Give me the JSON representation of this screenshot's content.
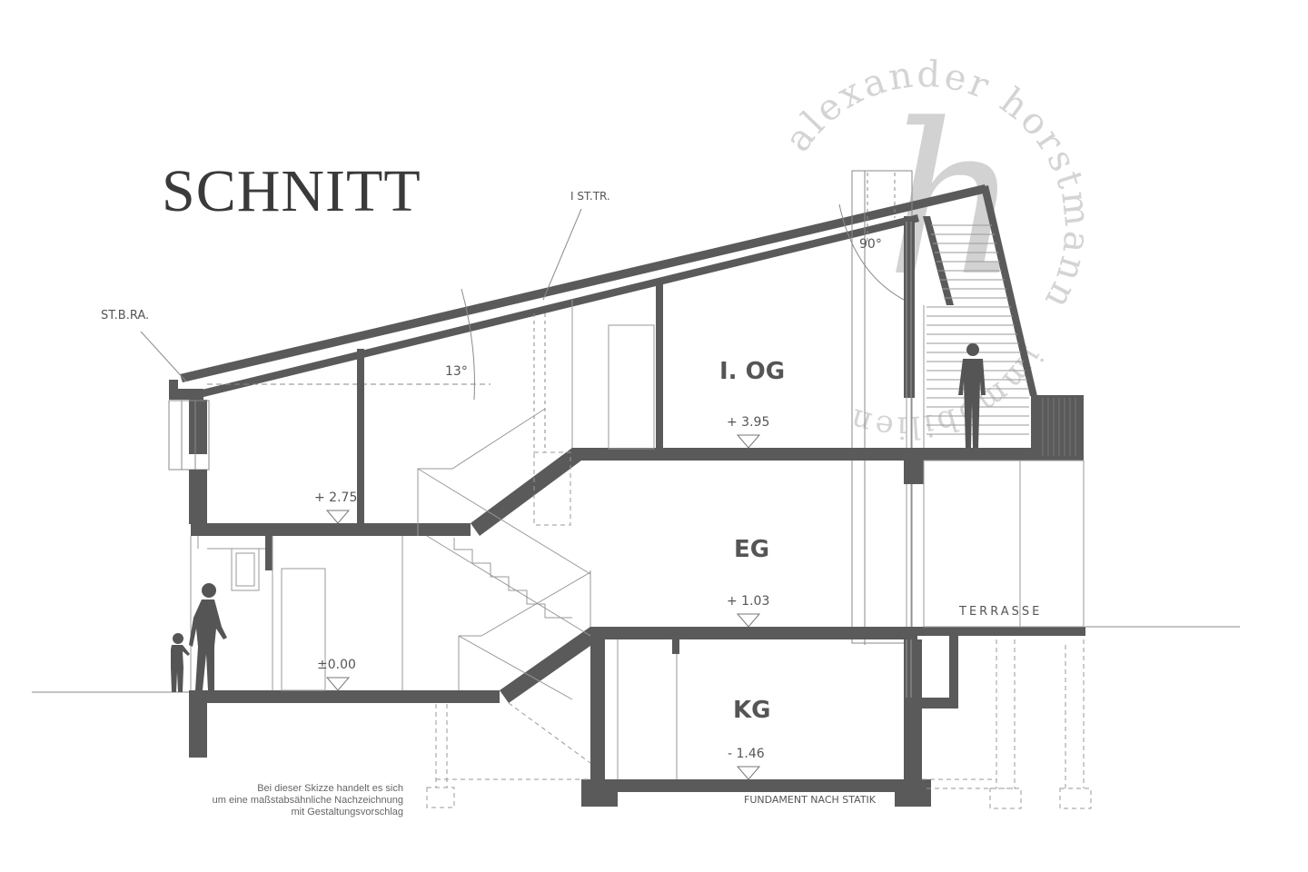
{
  "title": "SCHNITT",
  "annotations": {
    "st_b_ra": "ST.B.RA.",
    "i_st_tr": "I ST.TR.",
    "angle_roof": "13°",
    "angle_right": "90°",
    "terrasse": "TERRASSE",
    "fundament": "FUNDAMENT NACH STATIK"
  },
  "floors": [
    {
      "id": "og",
      "label": "I. OG",
      "elevation": "+ 3.95"
    },
    {
      "id": "eg",
      "label": "EG",
      "elevation": "+ 1.03"
    },
    {
      "id": "kg",
      "label": "KG",
      "elevation": "- 1.46"
    }
  ],
  "levels": {
    "split_upper": "+ 2.75",
    "ground": "±0.00"
  },
  "note": {
    "line1": "Bei dieser Skizze handelt es sich",
    "line2": "um eine maßstabsähnliche Nachzeichnung",
    "line3": "mit Gestaltungsvorschlag"
  },
  "watermark": {
    "top_text": "alexander horstmann",
    "bottom_text": "immobilien",
    "monogram": "h"
  },
  "colors": {
    "wall": "#5a5a5a",
    "line": "#8a8a8a",
    "watermark": "#cfcfcf",
    "text": "#555555"
  }
}
